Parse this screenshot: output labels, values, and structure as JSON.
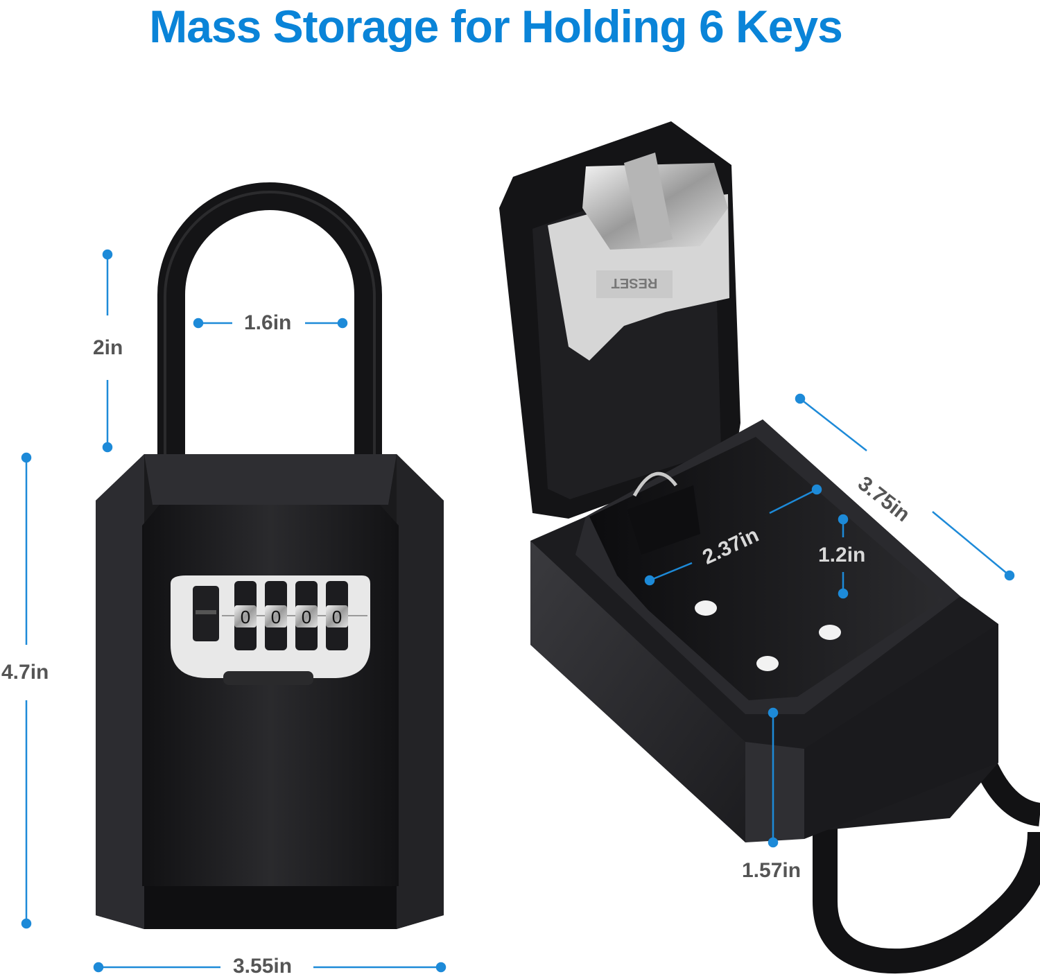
{
  "headline": "Mass Storage for Holding 6 Keys",
  "dimensions": {
    "shackle_width": "1.6in",
    "shackle_height": "2in",
    "body_height": "4.7in",
    "body_width": "3.55in",
    "box_length": "3.75in",
    "interior_width": "2.37in",
    "interior_depth": "1.2in",
    "box_depth": "1.57in"
  },
  "dial": {
    "digits": [
      "0",
      "0",
      "0",
      "0"
    ]
  },
  "reset_label": "RESET",
  "colors": {
    "headline": "#0a84d8",
    "dimension_line": "#1d8ad8",
    "dimension_text": "#555555",
    "lock_body": "#1b1b1d",
    "dial_plate": "#e8e8e8"
  }
}
